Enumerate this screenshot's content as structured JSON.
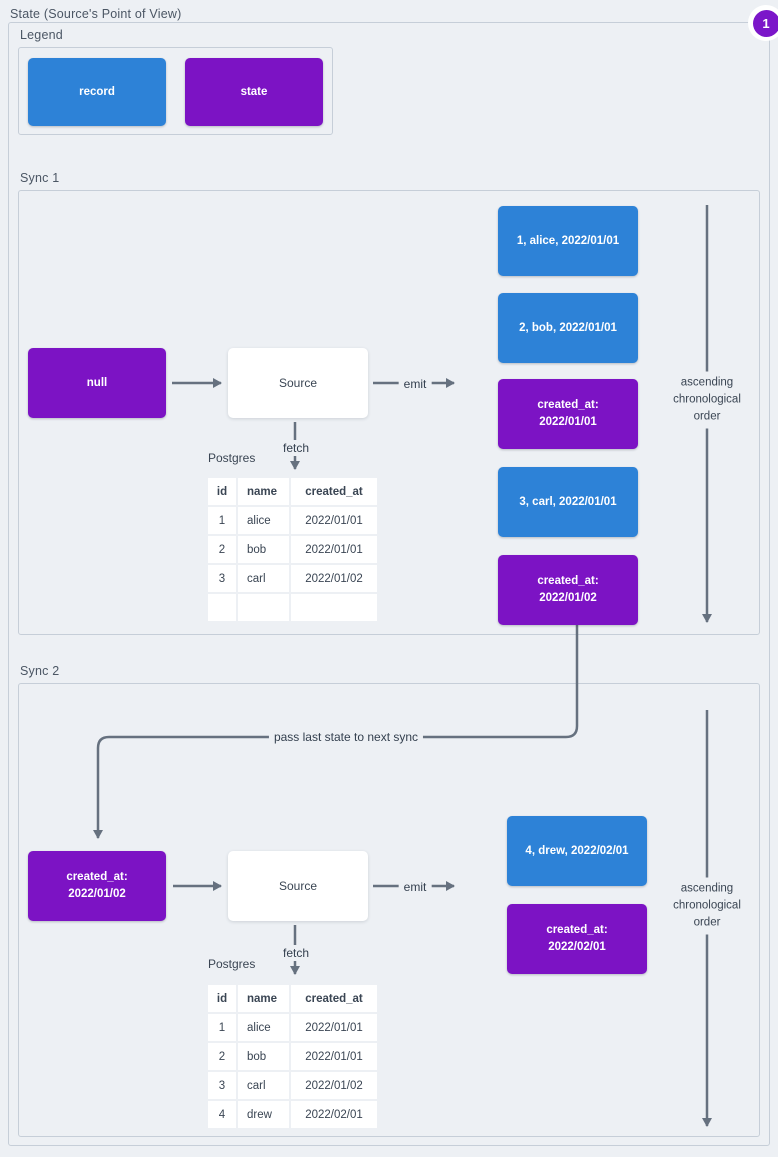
{
  "title": "State (Source's Point of View)",
  "badge": {
    "label": "1"
  },
  "colors": {
    "record_blue": "#2d82d7",
    "state_purple": "#7c13c4",
    "arrow_gray": "#66717f",
    "background": "#edf0f4",
    "panel_border": "#c6ced8",
    "badge_purple": "#7b16c9"
  },
  "legend": {
    "label": "Legend",
    "record_label": "record",
    "state_label": "state"
  },
  "sync1": {
    "label": "Sync 1",
    "input_state": {
      "line1": "null"
    },
    "source_label": "Source",
    "emit_label": "emit",
    "fetch_label": "fetch",
    "db_label": "Postgres",
    "table": {
      "headers": [
        "id",
        "name",
        "created_at"
      ],
      "rows": [
        [
          "1",
          "alice",
          "2022/01/01"
        ],
        [
          "2",
          "bob",
          "2022/01/01"
        ],
        [
          "3",
          "carl",
          "2022/01/02"
        ],
        [
          "",
          "",
          ""
        ]
      ]
    },
    "emitted": [
      {
        "type": "record",
        "line1": "1, alice, 2022/01/01"
      },
      {
        "type": "record",
        "line1": "2, bob, 2022/01/01"
      },
      {
        "type": "state",
        "line1": "created_at:",
        "line2": "2022/01/01"
      },
      {
        "type": "record",
        "line1": "3, carl, 2022/01/01"
      },
      {
        "type": "state",
        "line1": "created_at:",
        "line2": "2022/01/02"
      }
    ],
    "order_note": {
      "line1": "ascending",
      "line2": "chronological",
      "line3": "order"
    }
  },
  "connector_label": "pass last state to next sync",
  "sync2": {
    "label": "Sync 2",
    "input_state": {
      "line1": "created_at:",
      "line2": "2022/01/02"
    },
    "source_label": "Source",
    "emit_label": "emit",
    "fetch_label": "fetch",
    "db_label": "Postgres",
    "table": {
      "headers": [
        "id",
        "name",
        "created_at"
      ],
      "rows": [
        [
          "1",
          "alice",
          "2022/01/01"
        ],
        [
          "2",
          "bob",
          "2022/01/01"
        ],
        [
          "3",
          "carl",
          "2022/01/02"
        ],
        [
          "4",
          "drew",
          "2022/02/01"
        ]
      ]
    },
    "emitted": [
      {
        "type": "record",
        "line1": "4, drew, 2022/02/01"
      },
      {
        "type": "state",
        "line1": "created_at:",
        "line2": "2022/02/01"
      }
    ],
    "order_note": {
      "line1": "ascending",
      "line2": "chronological",
      "line3": "order"
    }
  }
}
